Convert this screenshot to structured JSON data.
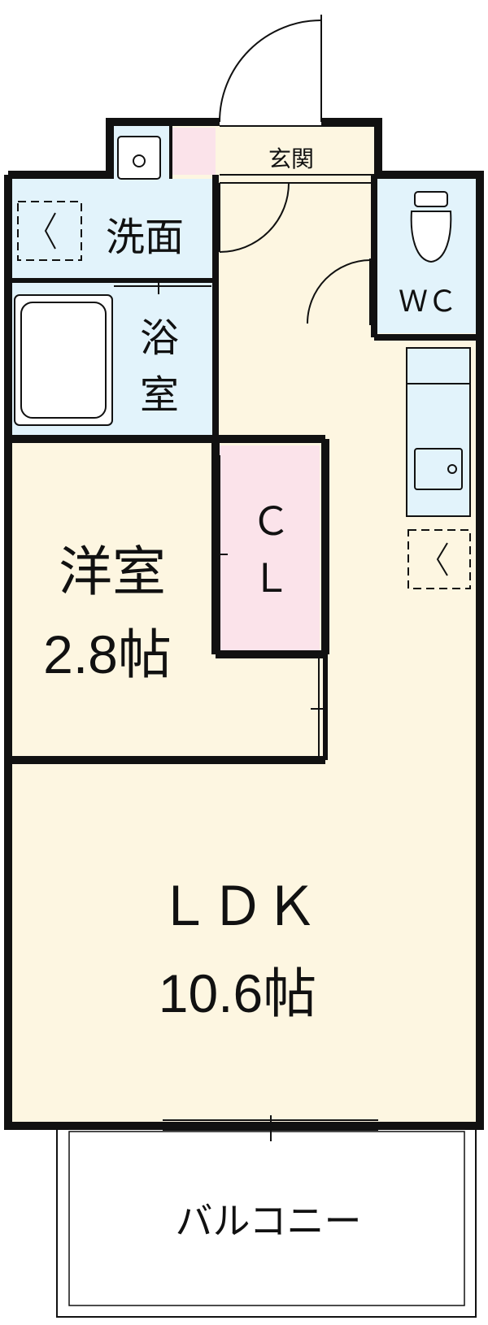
{
  "rooms": {
    "entrance": {
      "label": "玄関"
    },
    "washroom": {
      "label": "洗面"
    },
    "bath": {
      "label_1": "浴",
      "label_2": "室"
    },
    "wc": {
      "label": "ＷＣ"
    },
    "western_room": {
      "name": "洋室",
      "size": "2.8帖"
    },
    "closet": {
      "label_1": "Ｃ",
      "label_2": "Ｌ"
    },
    "ldk": {
      "name": "ＬＤＫ",
      "size": "10.6帖"
    },
    "balcony": {
      "label": "バルコニー"
    }
  },
  "colors": {
    "wall": "#111111",
    "wet_area": "#e2f3fb",
    "living_floor": "#fdf6e1",
    "closet": "#fbe3ea",
    "balcony": "#ffffff"
  }
}
